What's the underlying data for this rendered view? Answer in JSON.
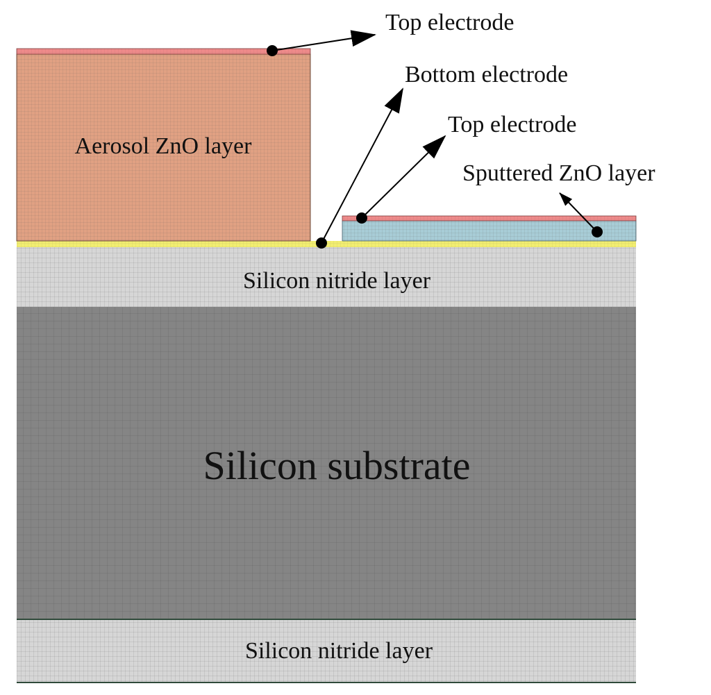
{
  "labels": {
    "top_electrode_left": "Top electrode",
    "bottom_electrode": "Bottom electrode",
    "top_electrode_right": "Top electrode",
    "sputtered_zno": "Sputtered ZnO layer",
    "aerosol_zno": "Aerosol ZnO layer",
    "silicon_nitride_top": "Silicon nitride layer",
    "silicon_substrate": "Silicon substrate",
    "silicon_nitride_bottom": "Silicon nitride layer"
  },
  "colors": {
    "aerosol_zno": "#e0a183",
    "top_electrode": "#ee8a8a",
    "sputtered_zno": "#a8ccd6",
    "bottom_electrode": "#f2ee70",
    "silicon_nitride": "#d6d6d6",
    "silicon_substrate": "#858585",
    "mesh_line": "#555555"
  }
}
